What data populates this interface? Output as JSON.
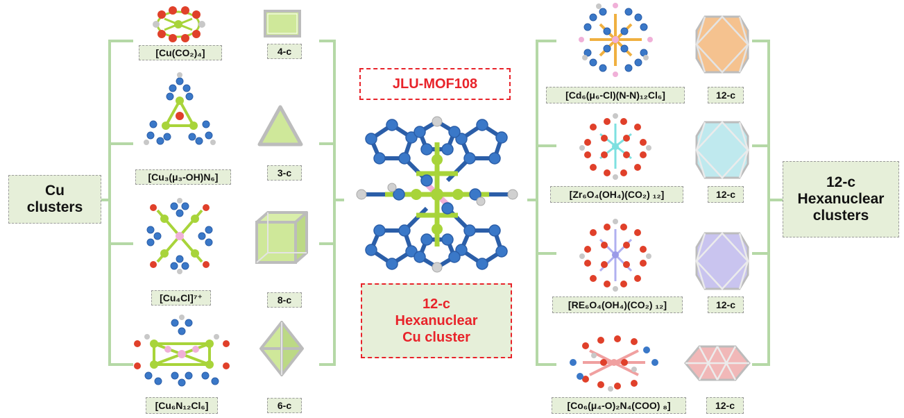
{
  "left_group": {
    "line1": "Cu",
    "line2": "clusters"
  },
  "right_group": {
    "line1": "12-c",
    "line2": "Hexanuclear",
    "line3": "clusters"
  },
  "center": {
    "title": "JLU-MOF108",
    "caption_line1": "12-c",
    "caption_line2": "Hexanuclear",
    "caption_line3": "Cu cluster"
  },
  "left_clusters": [
    {
      "formula": "[Cu(CO₂)₄]",
      "conn": "4-c",
      "shape": "square"
    },
    {
      "formula": "[Cu₃(μ₃-OH)N₆]",
      "conn": "3-c",
      "shape": "triangle"
    },
    {
      "formula": "[Cu₄Cl]⁷⁺",
      "conn": "8-c",
      "shape": "cube"
    },
    {
      "formula": "[Cu₆N₁₂Cl₆]",
      "conn": "6-c",
      "shape": "octahedron"
    }
  ],
  "right_clusters": [
    {
      "formula": "[Cd₆(μ₆-Cl)(N-N)₁₂Cl₆]",
      "conn": "12-c",
      "color": "#f5c28f"
    },
    {
      "formula": "[Zr₆O₄(OH₄)(CO₂) ₁₂]",
      "conn": "12-c",
      "color": "#bfe9ee"
    },
    {
      "formula": "[RE₆O₄(OH₄)(CO₂) ₁₂]",
      "conn": "12-c",
      "color": "#c9c4ef"
    },
    {
      "formula": "[Co₆(μ₄-O)₂N₄(COO) ₈]",
      "conn": "12-c",
      "color": "#f1b8b8"
    }
  ],
  "colors": {
    "bracket": "#b5d8a6",
    "label_fill": "#e6efd9",
    "accent_red": "#e8232a",
    "polyhedron_green": "#cfe89a",
    "atom_blue": "#3a78c8",
    "atom_red": "#e0402a",
    "atom_green": "#a8d43a",
    "atom_grey": "#c8c8c8",
    "atom_pink": "#f0b0d8"
  }
}
